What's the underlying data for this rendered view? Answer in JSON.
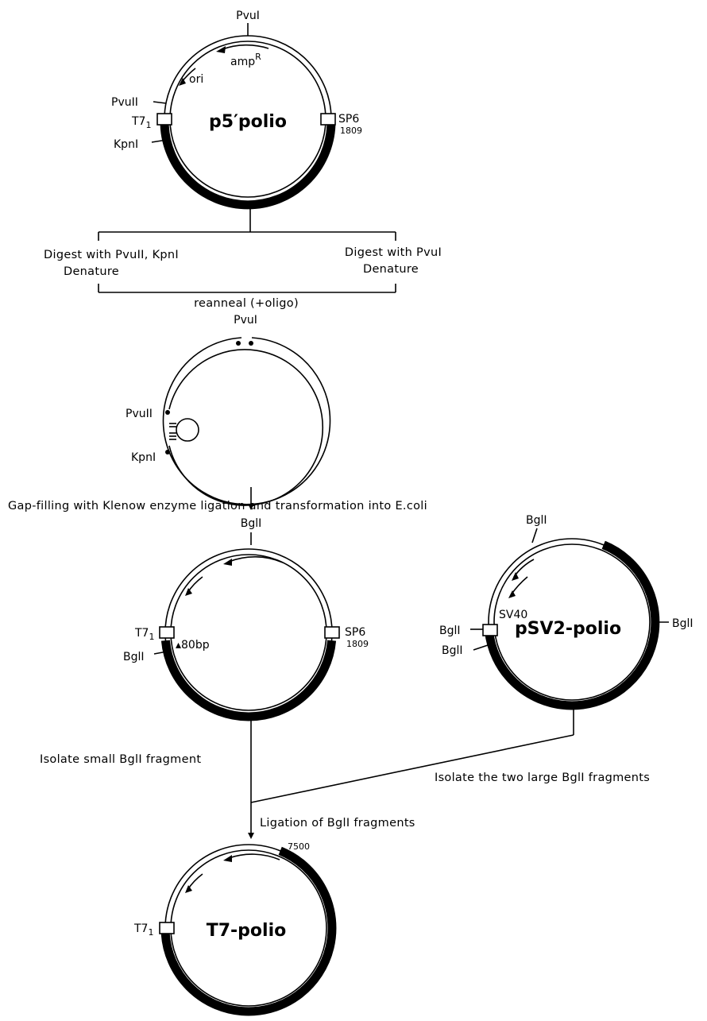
{
  "plasmid_p5polio": {
    "name": "p5′polio",
    "pvuI": "PvuI",
    "ampR_base": "amp",
    "ampR_sup": "R",
    "ori": "ori",
    "pvuII": "PvuII",
    "t7": "T7",
    "t7_sub": "1",
    "kpnI": "KpnI",
    "sp6": "SP6",
    "sp6_pos": "1809"
  },
  "step1": {
    "left_line1": "Digest with PvuII, KpnI",
    "left_line2": "Denature",
    "right_line1": "Digest with PvuI",
    "right_line2": "Denature",
    "reanneal": "reanneal (+oligo)"
  },
  "heteroduplex": {
    "pvuI": "PvuI",
    "pvuII": "PvuII",
    "kpnI": "KpnI"
  },
  "step2": {
    "text": "Gap-filling with Klenow enzyme ligation and transformation into E.coli"
  },
  "plasmid_deleted": {
    "bglI_top": "BglI",
    "t7": "T7",
    "t7_sub": "1",
    "deletion": "▴80bp",
    "bglI_left": "BglI",
    "sp6": "SP6",
    "sp6_pos": "1809"
  },
  "plasmid_psv2": {
    "name": "pSV2-polio",
    "bglI_top": "BglI",
    "sv40": "SV40",
    "bglI_left1": "BglI",
    "bglI_left2": "BglI",
    "bglI_right": "BglI"
  },
  "step3": {
    "left": "Isolate small BglI fragment",
    "right": "Isolate the two large BglI fragments",
    "ligation": "Ligation of BglI fragments"
  },
  "plasmid_t7polio": {
    "name": "T7-polio",
    "t7": "T7",
    "t7_sub": "1",
    "pos": "7500"
  }
}
